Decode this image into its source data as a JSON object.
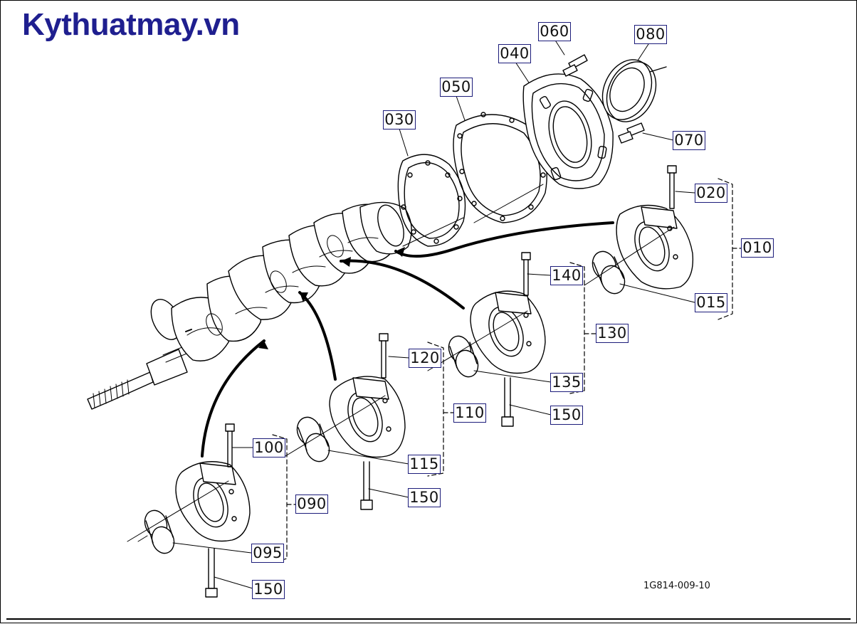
{
  "brand": "Kythuatmay.vn",
  "drawing_code": "1G814-009-10",
  "colors": {
    "brand": "#1f1f8f",
    "line": "#000000",
    "label_border": "#1c1c7a"
  },
  "labels": {
    "p060": "060",
    "p080": "080",
    "p040": "040",
    "p050": "050",
    "p030": "030",
    "p070": "070",
    "p020": "020",
    "p010": "010",
    "p140": "140",
    "p015": "015",
    "p130": "130",
    "p120": "120",
    "p135": "135",
    "p110": "110",
    "p150a": "150",
    "p100": "100",
    "p115": "115",
    "p150b": "150",
    "p090": "090",
    "p095": "095",
    "p150c": "150"
  }
}
